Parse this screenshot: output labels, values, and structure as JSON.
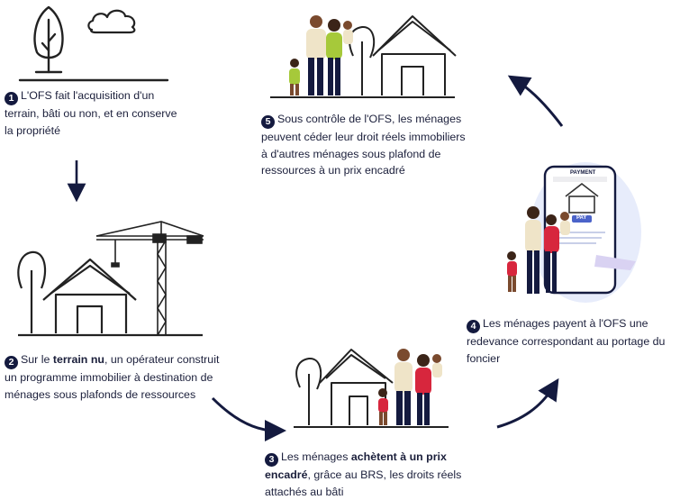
{
  "steps": [
    {
      "num": "1",
      "text": "L'OFS fait l'acquisition d'un terrain, bâti ou non, et en conserve la propriété"
    },
    {
      "num": "2",
      "before": "Sur le ",
      "bold": "terrain nu",
      "after": ", un opérateur construit un programme immobilier à destination de ménages sous plafonds de ressources"
    },
    {
      "num": "3",
      "before": "Les ménages ",
      "bold": "achètent à un prix encadré",
      "after": ", grâce au BRS, les droits réels attachés au bâti"
    },
    {
      "num": "4",
      "text": "Les ménages payent à l'OFS une redevance correspondant au portage du foncier"
    },
    {
      "num": "5",
      "text": "Sous contrôle de l'OFS, les ménages peuvent céder leur droit réels immobiliers à d'autres ménages sous plafond de ressources à un prix encadré"
    }
  ],
  "phone": {
    "header": "PAYMENT",
    "pay": "PAY"
  },
  "colors": {
    "navy": "#141a3f",
    "red": "#d7263d",
    "green": "#a6c93a",
    "cream": "#efe4c8",
    "skin": "#7a4a2e"
  }
}
